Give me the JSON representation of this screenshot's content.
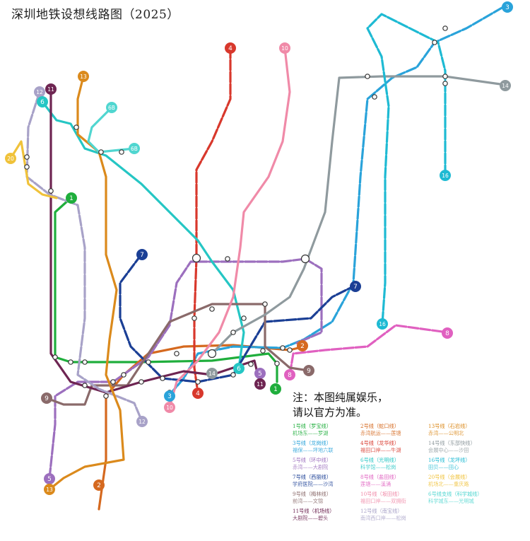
{
  "title": "深圳地铁设想线路图（2025）",
  "notice": [
    "注：本图纯属娱乐，",
    "请以官方为准。"
  ],
  "lines": [
    {
      "badge": "1",
      "color": "#1fae3c",
      "name": "1号线（罗宝线）",
      "route": "机场东——罗湖"
    },
    {
      "badge": "2",
      "color": "#d5691f",
      "name": "2号线（蛇口线）",
      "route": "赤湾航运——莲塘"
    },
    {
      "badge": "13",
      "color": "#db8a1c",
      "name": "13号线（石岩线）",
      "route": "赤湾——公明北"
    },
    {
      "badge": "3",
      "color": "#2aa3da",
      "name": "3号线（龙岗线）",
      "route": "福保——坪地六联"
    },
    {
      "badge": "4",
      "color": "#d8382c",
      "name": "4号线（龙华线）",
      "route": "福田口岸——牛湖"
    },
    {
      "badge": "14",
      "color": "#8f9a9e",
      "name": "14号线（东部快线）",
      "route": "会展中心——沙田"
    },
    {
      "badge": "5",
      "color": "#9c6fbe",
      "name": "5号线（环中线）",
      "route": "赤湾——大剧院"
    },
    {
      "badge": "6",
      "color": "#25c6c4",
      "name": "6号线（光明线）",
      "route": "科学馆——松岗"
    },
    {
      "badge": "16",
      "color": "#1ebad3",
      "name": "16号线（龙坪线）",
      "route": "田贝——田心"
    },
    {
      "badge": "7",
      "color": "#1b3f95",
      "name": "7号线（西丽线）",
      "route": "学府医院——沙湾"
    },
    {
      "badge": "8",
      "color": "#e060c0",
      "name": "8号线（盐田线）",
      "route": "莲塘——溪涌"
    },
    {
      "badge": "20",
      "color": "#f0c23a",
      "name": "20号线（会展线）",
      "route": "机场北——重庆路"
    },
    {
      "badge": "9",
      "color": "#8a6a6a",
      "name": "9号线（梅林线）",
      "route": "前湾——文锦"
    },
    {
      "badge": "10",
      "color": "#f08aa8",
      "name": "10号线（坂田线）",
      "route": "福田口岸——双拥街"
    },
    {
      "badge": "6B",
      "color": "#50d6d0",
      "name": "6号线支线（科学城线）",
      "route": "科学城东——光明城"
    },
    {
      "badge": "11",
      "color": "#6e2552",
      "name": "11号线（机场线）",
      "route": "大剧院——碧头"
    },
    {
      "badge": "12",
      "color": "#a8a2c8",
      "name": "12号线（南宝线）",
      "route": "南湾西口岸——松岗"
    }
  ],
  "map_badges": [
    {
      "label": "3"
    },
    {
      "label": "4"
    },
    {
      "label": "10"
    },
    {
      "label": "13"
    },
    {
      "label": "12"
    },
    {
      "label": "11"
    },
    {
      "label": "6"
    },
    {
      "label": "6B"
    },
    {
      "label": "6B"
    },
    {
      "label": "20"
    },
    {
      "label": "1"
    },
    {
      "label": "7"
    },
    {
      "label": "7"
    },
    {
      "label": "14"
    },
    {
      "label": "16"
    },
    {
      "label": "16"
    },
    {
      "label": "8"
    },
    {
      "label": "2"
    },
    {
      "label": "9"
    },
    {
      "label": "8"
    },
    {
      "label": "5"
    },
    {
      "label": "11"
    },
    {
      "label": "1"
    },
    {
      "label": "3"
    },
    {
      "label": "10"
    },
    {
      "label": "4"
    },
    {
      "label": "14"
    },
    {
      "label": "6"
    },
    {
      "label": "9"
    },
    {
      "label": "12"
    },
    {
      "label": "5"
    },
    {
      "label": "13"
    },
    {
      "label": "2"
    }
  ]
}
